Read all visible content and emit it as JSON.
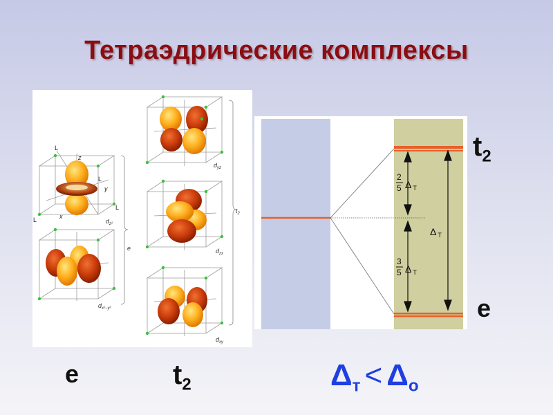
{
  "slide": {
    "title": "Тетраэдрические комплексы"
  },
  "orbitals": {
    "axis_labels": {
      "L": "L",
      "x": "x",
      "y": "y",
      "z": "z"
    },
    "dz2": "d",
    "dz2_sub": "z²",
    "dx2y2": "d",
    "dx2y2_sub": "x²−y²",
    "dyz": "d",
    "dyz_sub": "yz",
    "dzx": "d",
    "dzx_sub": "zx",
    "dxy": "d",
    "dxy_sub": "xy",
    "group_e": "e",
    "group_t2": "t",
    "group_t2_sub": "2"
  },
  "diagram": {
    "frac_top_num": "2",
    "frac_top_den": "5",
    "frac_bottom_num": "3",
    "frac_bottom_den": "5",
    "delta_symbol": "Δ",
    "delta_sub": "T",
    "colors": {
      "left_bar": "#c5cde6",
      "right_bar": "#cfcf9f",
      "level": "#e8602a"
    }
  },
  "labels": {
    "t2_main": "t",
    "t2_sub": "2",
    "e_main": "e",
    "bottom_e": "e",
    "bottom_t2_main": "t",
    "bottom_t2_sub": "2"
  },
  "relation": {
    "left": "Δ",
    "left_sub": "т",
    "op": "<",
    "right": "Δ",
    "right_sub": "o"
  }
}
